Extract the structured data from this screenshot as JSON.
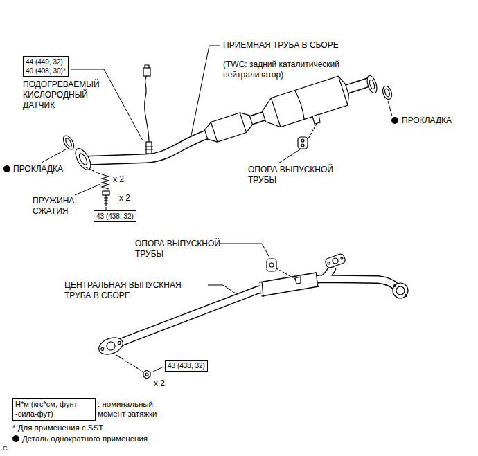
{
  "diagram": {
    "nodes": [
      {
        "text": [
          "44 (449, 32)",
          "40 (408, 30)*"
        ]
      },
      {
        "text": [
          "43 (438, 32)"
        ]
      },
      {
        "text": [
          "43 (438, 32)"
        ]
      },
      {
        "text": [
          "Н*м (кгс*см, фунт -сила-фут)"
        ]
      }
    ],
    "labels": [
      "ПОДОГРЕВАЕМЫЙ КИСЛОРОДНЫЙ ДАТЧИК",
      "ПРИЕМНАЯ ТРУБА В СБОРЕ",
      "(TWC: задний каталитический нейтрализатор)",
      "ПРОКЛАДКА",
      "ПРОКЛАДКА",
      "x 2",
      "x 2",
      "ПРУЖИНА СЖАТИЯ",
      "ОПОРА ВЫПУСКНОЙ ТРУБЫ",
      "ОПОРА ВЫПУСКНОЙ ТРУБЫ",
      "ЦЕНТРАЛЬНАЯ ВЫПУСКНАЯ ТРУБА В СБОРЕ",
      "x 2",
      ": номинальный момент затяжки",
      "* Для применения с SST",
      "Деталь однократного применения",
      "C"
    ]
  }
}
